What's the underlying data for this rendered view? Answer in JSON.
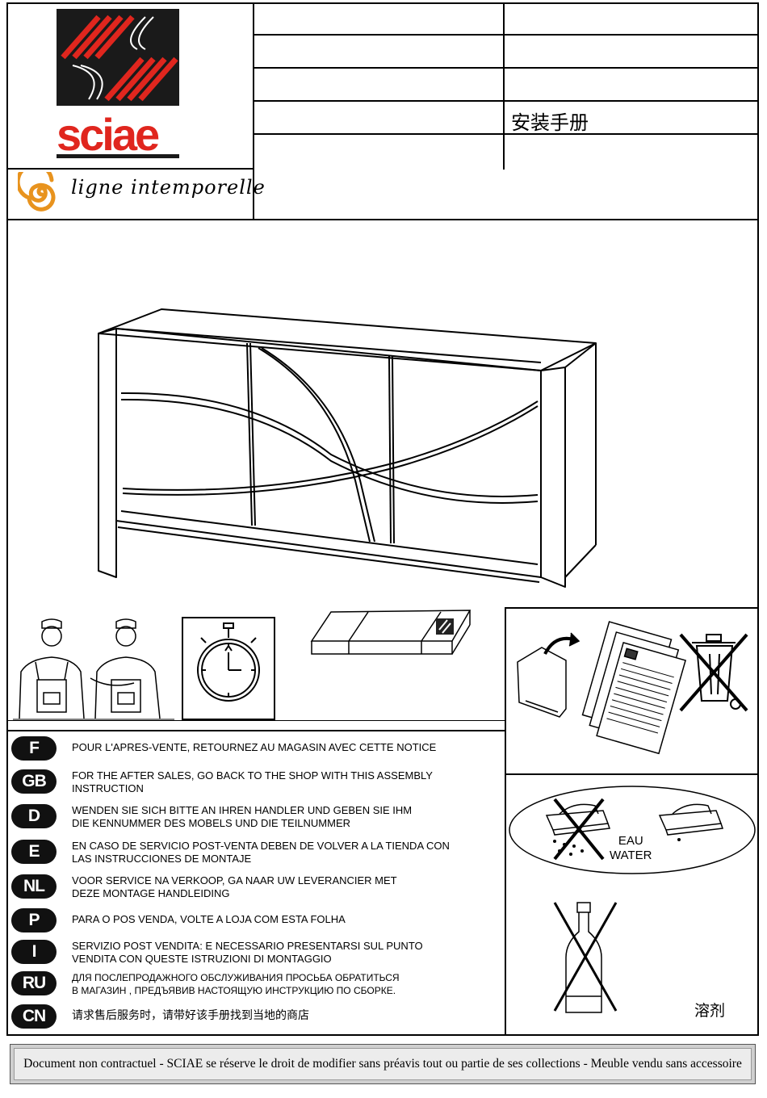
{
  "header": {
    "brand_logo_text": "sciae",
    "collection_name": "ligne intemporelle",
    "rows": [
      {
        "col1": "",
        "col2": ""
      },
      {
        "col1": "",
        "col2": ""
      },
      {
        "col1": "",
        "col2": ""
      },
      {
        "col1": "",
        "col2": "安装手册"
      },
      {
        "col1": "",
        "col2": ""
      }
    ]
  },
  "instructions": [
    {
      "code": "F",
      "text": "POUR L'APRES-VENTE, RETOURNEZ AU MAGASIN AVEC CETTE NOTICE"
    },
    {
      "code": "GB",
      "text": "FOR THE AFTER SALES, GO BACK TO THE SHOP WITH THIS ASSEMBLY INSTRUCTION"
    },
    {
      "code": "D",
      "text": "WENDEN SIE SICH BITTE AN IHREN HANDLER UND GEBEN SIE IHM DIE KENNUMMER DES MOBELS UND DIE TEILNUMMER"
    },
    {
      "code": "E",
      "text": "EN CASO DE SERVICIO POST-VENTA DEBEN DE VOLVER A LA TIENDA CON LAS INSTRUCCIONES DE MONTAJE"
    },
    {
      "code": "NL",
      "text": "VOOR SERVICE NA VERKOOP, GA NAAR UW LEVERANCIER MET DEZE MONTAGE HANDLEIDING"
    },
    {
      "code": "P",
      "text": "PARA O POS VENDA, VOLTE A LOJA COM ESTA FOLHA"
    },
    {
      "code": "I",
      "text": "SERVIZIO POST VENDITA: E NECESSARIO PRESENTARSI SUL PUNTO VENDITA CON QUESTE ISTRUZIONI DI MONTAGGIO"
    },
    {
      "code": "RU",
      "text": "ДЛЯ ПОСЛЕПРОДАЖНОГО ОБСЛУЖИВАНИЯ ПРОСЬБА ОБРАТИТЬСЯ В МАГАЗИН , ПРЕДЪЯВИВ НАСТОЯЩУЮ ИНСТРУКЦИЮ ПО СБОРКЕ."
    },
    {
      "code": "CN",
      "text": "请求售后服务时，请带好该手册找到当地的商店"
    }
  ],
  "care": {
    "water_label_fr": "EAU",
    "water_label_en": "WATER",
    "solvent_label": "溶剂"
  },
  "footer": {
    "disclaimer": "Document non contractuel - SCIAE se réserve le droit de modifier sans préavis tout ou partie de ses collections - Meuble vendu sans accessoire"
  },
  "icons": [
    "sciae-logo",
    "spiral-icon",
    "sideboard-illustration",
    "two-workers-icon",
    "stopwatch-icon",
    "parcel-icon",
    "keep-documents-icon",
    "recycle-bin-crossed-icon",
    "wet-cloth-crossed-icon",
    "damp-cloth-icon",
    "solvent-bottle-crossed-icon"
  ]
}
